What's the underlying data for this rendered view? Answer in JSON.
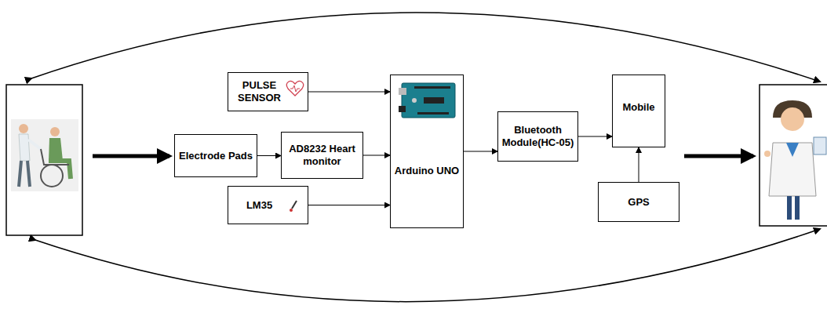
{
  "diagram": {
    "nodes": [
      {
        "text": [
          "PULSE SENSOR"
        ]
      },
      {
        "text": [
          "Electrode Pads"
        ]
      },
      {
        "text": [
          "AD8232 Heart monitor"
        ]
      },
      {
        "text": [
          "LM35"
        ]
      },
      {
        "text": [
          "Arduino UNO"
        ]
      },
      {
        "text": [
          "Bluetooth Module(HC-05)"
        ]
      },
      {
        "text": [
          "Mobile"
        ]
      },
      {
        "text": [
          "GPS"
        ]
      }
    ],
    "edges": [
      {
        "from": 0,
        "to": 4,
        "arrow": "to"
      },
      {
        "from": 1,
        "to": 2,
        "arrow": "to"
      },
      {
        "from": 2,
        "to": 4,
        "arrow": "to"
      },
      {
        "from": 3,
        "to": 4,
        "arrow": "to"
      },
      {
        "from": 4,
        "to": 5,
        "arrow": "to"
      },
      {
        "from": 5,
        "to": 6,
        "arrow": "to"
      },
      {
        "from": 7,
        "to": 6,
        "arrow": "to"
      }
    ]
  }
}
